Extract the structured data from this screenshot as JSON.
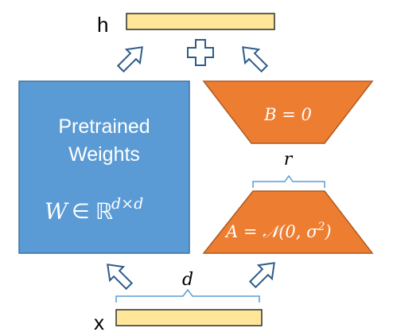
{
  "labels": {
    "h": "h",
    "x": "x",
    "pretrained_line1": "Pretrained",
    "pretrained_line2": "Weights",
    "w_main": "W",
    "w_in": "∈",
    "w_set": "ℝ",
    "w_exp": "d×d",
    "b_eq": "B = 0",
    "a_eq_head": "A = 𝒩(0, σ",
    "a_eq_exp": "2",
    "a_eq_tail": ")",
    "r": "r",
    "d": "d"
  },
  "colors": {
    "blue_fill": "#5B9BD5",
    "blue_stroke": "#41719C",
    "orange_fill": "#ED7D31",
    "orange_stroke": "#AE5A21",
    "vector_fill": "#FFE699",
    "vector_stroke": "#2F2F2F",
    "arrow_stroke": "#2E5C8A",
    "brace_stroke": "#5B9BD5"
  },
  "icons": {
    "plus": "plus-icon",
    "arrows": "hollow-arrow-icon"
  }
}
